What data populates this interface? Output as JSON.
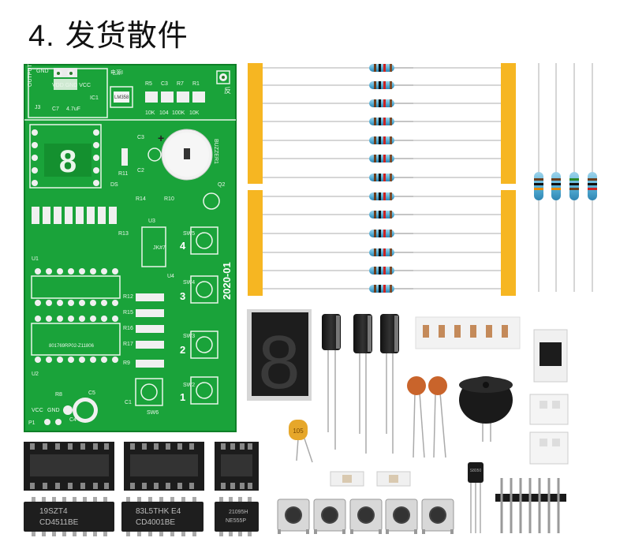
{
  "title": {
    "number": "4.",
    "text": "发货散件"
  },
  "pcb": {
    "labels": {
      "output": "OUTPUT",
      "gnd": "GND",
      "vcc_gnd_vdd": "VDD GND VCC",
      "j3": "J3",
      "c7": "C7",
      "c7_value": "4.7uF",
      "ic1": "IC1",
      "lm358": "LM358",
      "mic": "电源I",
      "r5": "R5",
      "c3top": "C3",
      "r7": "R7",
      "r1": "R1",
      "v10k": "10K",
      "v104": "104",
      "v100k": "100K",
      "v10k2": "10K",
      "fan": "反",
      "c3": "C3",
      "c2": "C2",
      "r11": "R11",
      "ds": "DS",
      "buzzer": "BUZZER1",
      "r14": "R14",
      "r10": "R10",
      "q2": "Q2",
      "r13": "R13",
      "u3": "U3",
      "u1": "U1",
      "u4": "U4",
      "jk7": "JK#7",
      "sw5": "SW5",
      "sw4": "SW4",
      "sw3": "SW3",
      "sw2": "SW2",
      "sw6": "SW6",
      "n4": "4",
      "n3": "3",
      "n2": "2",
      "n1": "1",
      "date": "2020-01",
      "r12": "R12",
      "r15": "R15",
      "r16": "R16",
      "r17": "R17",
      "r9": "R9",
      "chipcode": "801769RP02-Z11806",
      "u2": "U2",
      "r8": "R8",
      "c5": "C5",
      "c4": "C4",
      "c1": "C1",
      "p1": "P1",
      "vcc": "VCC",
      "gnd2": "GND"
    }
  },
  "parts": {
    "seven_segment": "8",
    "capacitor_105": "105",
    "ic_labels": [
      "19SZT4",
      "CD4511BE",
      "83L5THK E4",
      "CD4001BE",
      "21095H",
      "NE555P"
    ],
    "transistor": "S8050",
    "ceramic_caps": [
      "",
      ""
    ]
  }
}
